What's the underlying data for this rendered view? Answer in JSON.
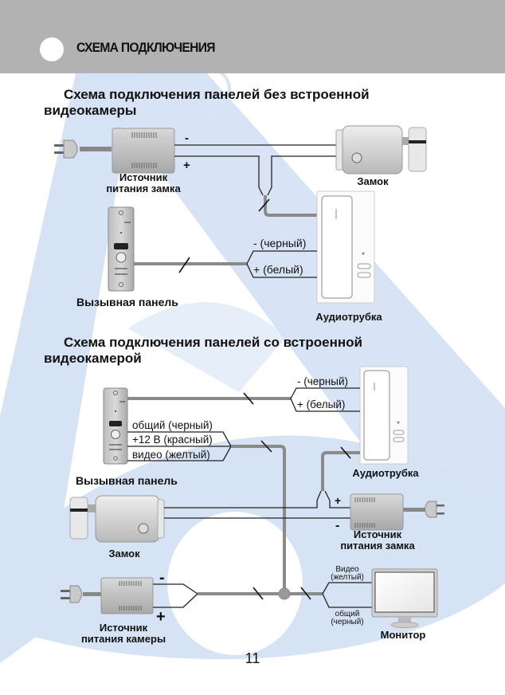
{
  "header": {
    "title": "СХЕМА ПОДКЛЮЧЕНИЯ"
  },
  "colors": {
    "header_bg": "#b2b2b2",
    "watermark": "#d6e3f5",
    "device_gray": "#c4c4c4",
    "cable_gray": "#8a8a8a"
  },
  "section1": {
    "title_line1": "Схема подключения панелей без встроенной",
    "title_line2": "видеокамеры",
    "psu_label_1": "Источник",
    "psu_label_2": "питания замка",
    "psu_minus": "-",
    "psu_plus": "+",
    "lock_label": "Замок",
    "panel_label": "Вызывная панель",
    "handset_label": "Аудиотрубка",
    "wire_minus": "- (черный)",
    "wire_plus": "+ (белый)"
  },
  "section2": {
    "title_line1": "Схема подключения панелей со встроенной",
    "title_line2": "видеокамерой",
    "wire_minus": "- (черный)",
    "wire_plus": "+ (белый)",
    "wire_common": "общий (черный)",
    "wire_12v": "+12 В (красный)",
    "wire_video": "видео (желтый)",
    "panel_label": "Вызывная панель",
    "handset_label": "Аудиотрубка",
    "lock_label": "Замок",
    "lock_psu_plus": "+",
    "lock_psu_minus": "-",
    "lock_psu_label_1": "Источник",
    "lock_psu_label_2": "питания замка",
    "cam_psu_minus": "-",
    "cam_psu_plus": "+",
    "cam_psu_label_1": "Источник",
    "cam_psu_label_2": "питания камеры",
    "monitor_video_1": "Видео",
    "monitor_video_2": "(желтый)",
    "monitor_common_1": "общий",
    "monitor_common_2": "(черный)",
    "monitor_label": "Монитор"
  },
  "page_number": "11"
}
